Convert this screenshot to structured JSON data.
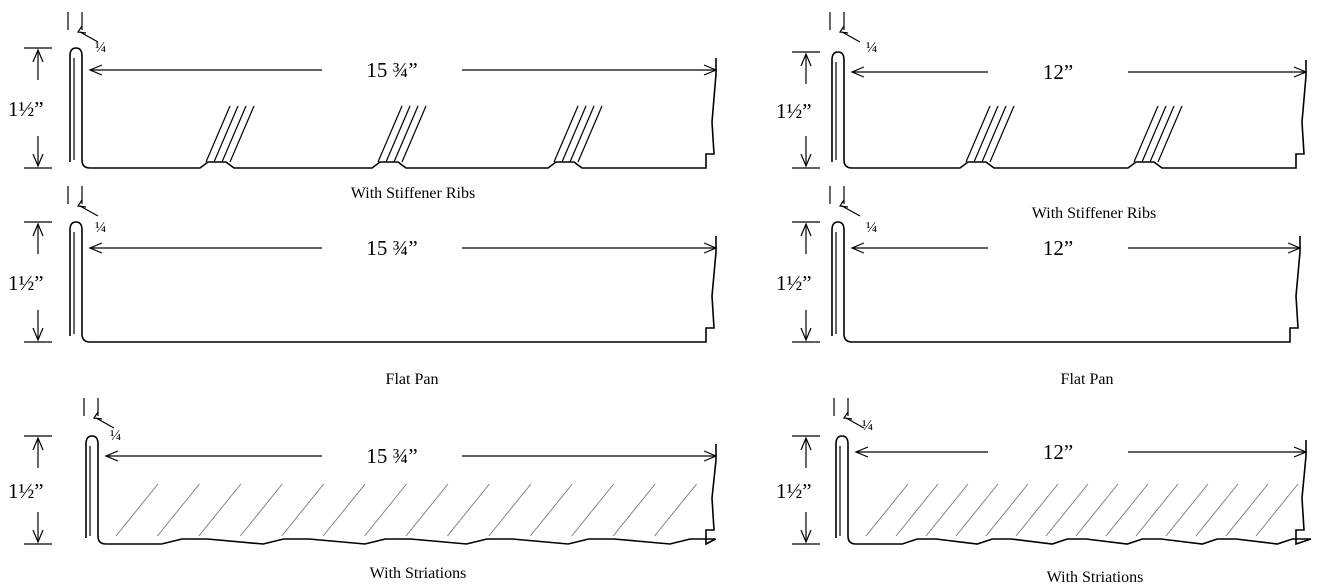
{
  "panels": [
    {
      "id": "ribs-15",
      "caption": "With Stiffener Ribs",
      "width_label": "15 ¾”",
      "height_label": "1½”",
      "seam_label": "¼",
      "style": "ribs",
      "ribs": 3
    },
    {
      "id": "ribs-12",
      "caption": "With Stiffener Ribs",
      "width_label": "12”",
      "height_label": "1½”",
      "seam_label": "¼",
      "style": "ribs",
      "ribs": 2
    },
    {
      "id": "flat-15",
      "caption": "Flat Pan",
      "width_label": "15 ¾”",
      "height_label": "1½”",
      "seam_label": "¼",
      "style": "flat",
      "ribs": 0
    },
    {
      "id": "flat-12",
      "caption": "Flat Pan",
      "width_label": "12”",
      "height_label": "1½”",
      "seam_label": "¼",
      "style": "flat",
      "ribs": 0
    },
    {
      "id": "striations-15",
      "caption": "With Striations",
      "width_label": "15 ¾”",
      "height_label": "1½”",
      "seam_label": "¼",
      "style": "striations",
      "ribs": 0
    },
    {
      "id": "striations-12",
      "caption": "With Striations",
      "width_label": "12”",
      "height_label": "1½”",
      "seam_label": "¼",
      "style": "striations",
      "ribs": 0
    }
  ]
}
